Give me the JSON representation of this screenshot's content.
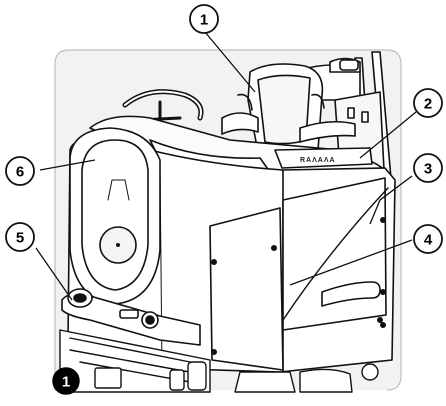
{
  "diagram": {
    "brand_text": "RAΛAΛA",
    "colors": {
      "ink": "#111111",
      "machine_fill": "#ffffff",
      "frame_fill": "#f2f2f2",
      "callout_inverse": "#000000"
    },
    "callouts": [
      {
        "id": "1",
        "label": "1"
      },
      {
        "id": "2",
        "label": "2"
      },
      {
        "id": "3",
        "label": "3"
      },
      {
        "id": "4",
        "label": "4"
      },
      {
        "id": "5",
        "label": "5"
      },
      {
        "id": "6",
        "label": "6"
      },
      {
        "id": "1b",
        "label": "1",
        "inverse": true
      }
    ]
  }
}
